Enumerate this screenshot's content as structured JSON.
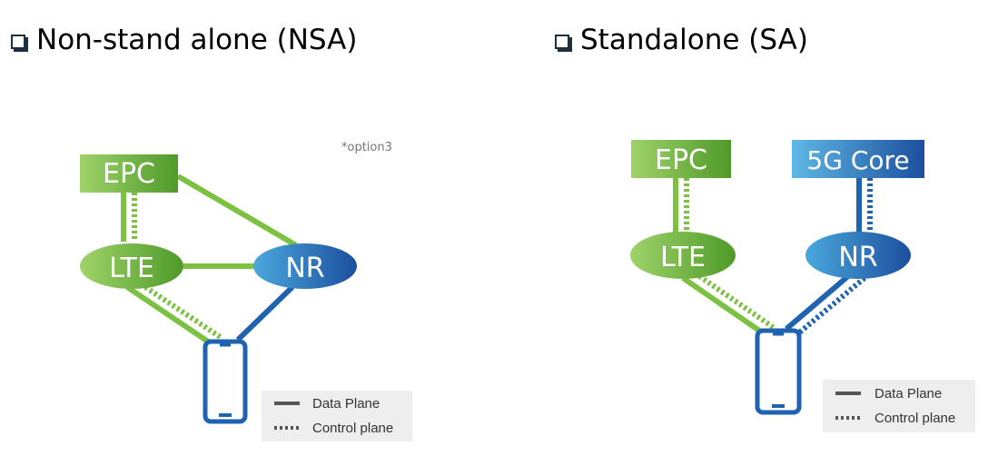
{
  "nsa": {
    "heading": "Non-stand alone (NSA)",
    "note": "*option3",
    "nodes": {
      "epc": "EPC",
      "lte": "LTE",
      "nr": "NR"
    },
    "legend": {
      "data_plane": "Data Plane",
      "control_plane": "Control plane"
    }
  },
  "sa": {
    "heading": "Standalone (SA)",
    "nodes": {
      "epc": "EPC",
      "core": "5G Core",
      "lte": "LTE",
      "nr": "NR"
    },
    "legend": {
      "data_plane": "Data Plane",
      "control_plane": "Control plane"
    }
  },
  "colors": {
    "green": "#7dc143",
    "green_dark": "#4f9a2a",
    "blue": "#1f63b0",
    "blue_light": "#4aa8dc",
    "legend_bg": "#eeeeee",
    "legend_line": "#555555"
  },
  "icons": {
    "heading_bullet": "checkbox-icon",
    "device": "smartphone-icon"
  }
}
